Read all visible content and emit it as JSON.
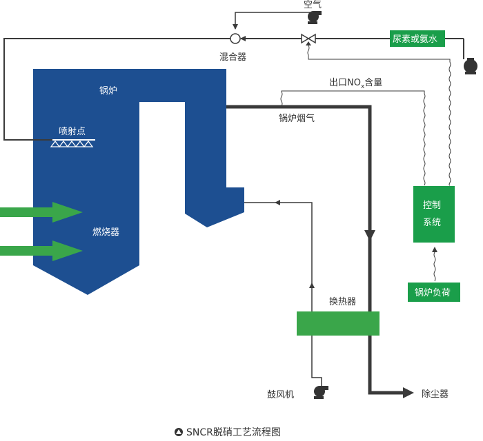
{
  "labels": {
    "air": "空气",
    "mixer": "混合器",
    "reagent": "尿素或氨水",
    "outlet_nox_prefix": "出口NO",
    "outlet_nox_sub": "x",
    "outlet_nox_suffix": "含量",
    "boiler": "锅炉",
    "flue_gas": "锅炉烟气",
    "nozzle": "喷射点",
    "burner": "燃烧器",
    "control_line1": "控制",
    "control_line2": "系统",
    "boiler_load": "锅炉负荷",
    "heat_exchanger": "换热器",
    "blower": "鼓风机",
    "dust_removal": "除尘器"
  },
  "caption": {
    "text": "SNCR脱硝工艺流程图"
  },
  "colors": {
    "boiler": "#1d4f91",
    "green": "#1a9e4a",
    "heat_exchanger": "#3aa64a",
    "arrow_green": "#3aa64a",
    "pipe": "#3a3a3a"
  },
  "icons": {
    "air_fan": "fan-icon",
    "pump": "pump-icon",
    "blower": "fan-icon",
    "caption": "triangle-circle-icon"
  }
}
